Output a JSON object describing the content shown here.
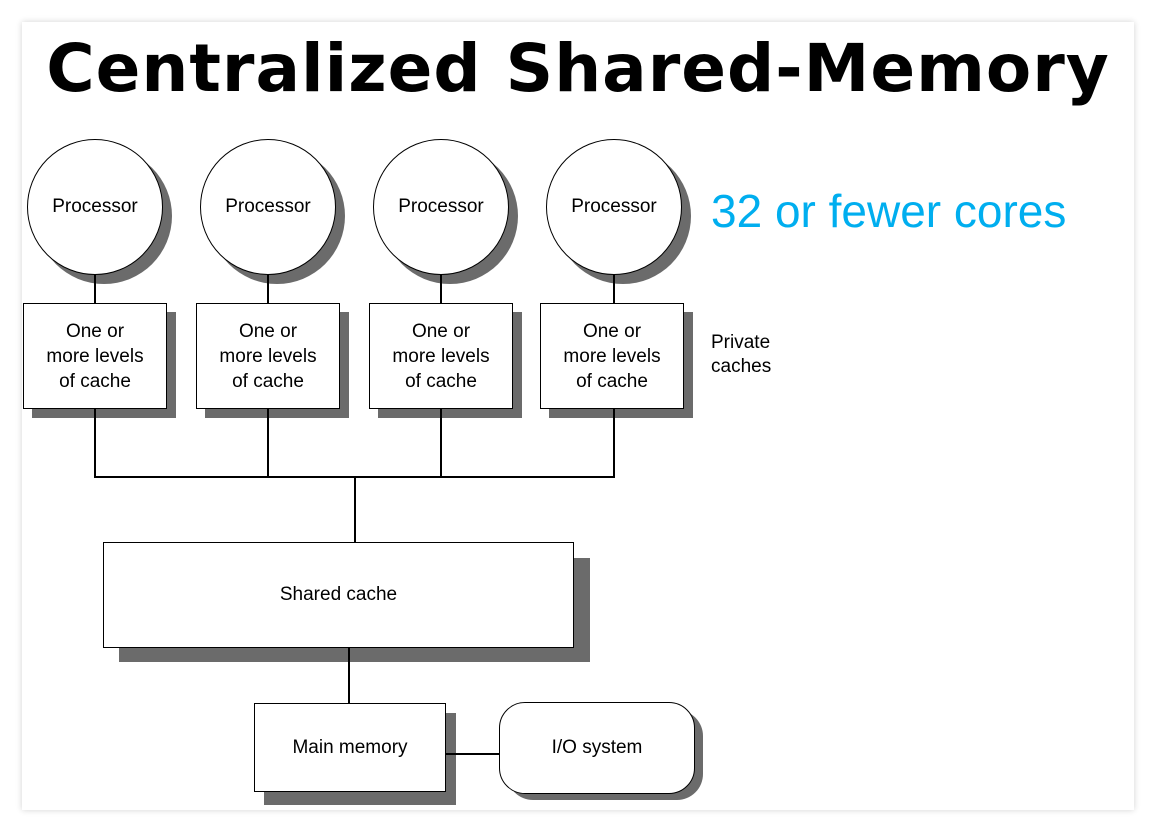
{
  "title": "Centralized Shared-Memory",
  "note": {
    "text": "32 or fewer cores",
    "color": "#00aeef"
  },
  "processors": [
    {
      "label": "Processor"
    },
    {
      "label": "Processor"
    },
    {
      "label": "Processor"
    },
    {
      "label": "Processor"
    }
  ],
  "private_caches": [
    {
      "lines": [
        "One or",
        "more levels",
        "of cache"
      ]
    },
    {
      "lines": [
        "One or",
        "more levels",
        "of cache"
      ]
    },
    {
      "lines": [
        "One or",
        "more levels",
        "of cache"
      ]
    },
    {
      "lines": [
        "One or",
        "more levels",
        "of cache"
      ]
    }
  ],
  "private_caches_label": {
    "lines": [
      "Private",
      "caches"
    ]
  },
  "shared_cache": {
    "label": "Shared cache"
  },
  "main_memory": {
    "label": "Main memory"
  },
  "io_system": {
    "label": "I/O system"
  }
}
